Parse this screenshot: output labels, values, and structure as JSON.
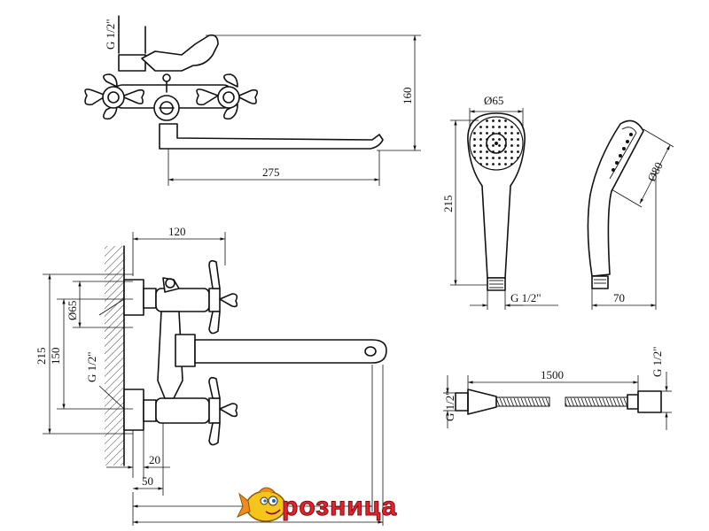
{
  "dimensions": {
    "top_thread": "G 1/2\"",
    "top_height": "160",
    "top_spout_length": "275",
    "front_width": "120",
    "front_total": "215",
    "front_diam": "Ø65",
    "front_center": "150",
    "front_thread": "G 1/2\"",
    "front_offset_small": "20",
    "front_offset_large": "50",
    "shower_diam": "Ø65",
    "shower_length": "215",
    "shower_thread": "G 1/2\"",
    "shower_side_diam": "Ø80",
    "shower_side_width": "70",
    "hose_length": "1500",
    "hose_thread_left": "G 1/2\"",
    "hose_thread_right": "G 1/2\""
  },
  "logo": {
    "brand_text": "розница",
    "icon": "fish-mascot-icon"
  }
}
